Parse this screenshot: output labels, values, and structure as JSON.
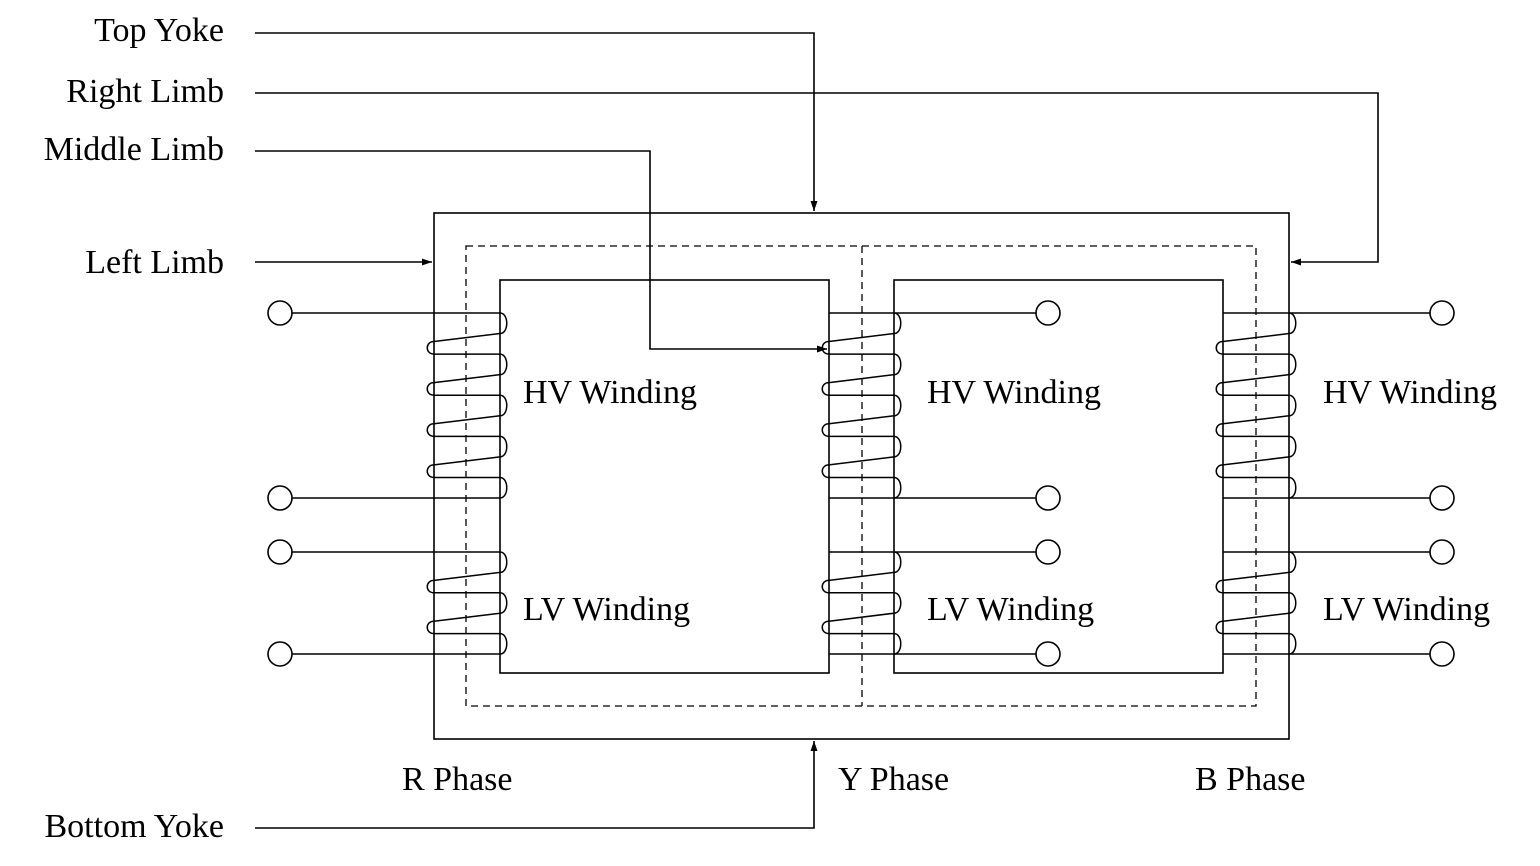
{
  "parts": {
    "top_yoke": "Top Yoke",
    "right_limb": "Right Limb",
    "middle_limb": "Middle Limb",
    "left_limb": "Left Limb",
    "bottom_yoke": "Bottom Yoke"
  },
  "windings": {
    "hv": "HV Winding",
    "lv": "LV Winding"
  },
  "phases": {
    "r": "R Phase",
    "y": "Y Phase",
    "b": "B Phase"
  }
}
